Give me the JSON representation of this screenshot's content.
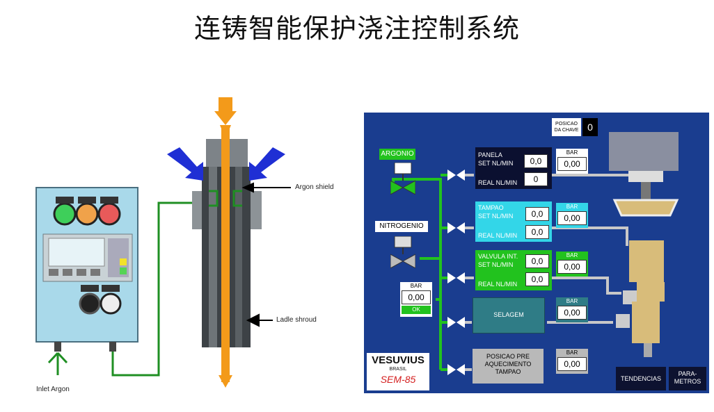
{
  "title": "连铸智能保护浇注控制系统",
  "diagram": {
    "argon_shield_label": "Argon shield",
    "ladle_shroud_label": "Ladle shroud",
    "inlet_argon_label": "Inlet Argon"
  },
  "hmi": {
    "posicao_label": "POSICAO\nDA CHAVE",
    "posicao_value": "0",
    "argonio_label": "ARGONIO",
    "nitrogenio_label": "NITROGENIO",
    "bar_label": "BAR",
    "main_bar_value": "0,00",
    "main_ok_label": "OK",
    "panela": {
      "name": "PANELA",
      "set_label": "SET  NL/MIN",
      "set_value": "0,0",
      "real_label": "REAL NL/MIN",
      "real_value": "0",
      "bar_value": "0,00"
    },
    "tampao": {
      "name": "TAMPAO",
      "set_label": "SET  NL/MIN",
      "set_value": "0,0",
      "real_label": "REAL NL/MIN",
      "real_value": "0,0",
      "bar_value": "0,00"
    },
    "valvula": {
      "name": "VALVULA INT.",
      "set_label": "SET  NL/MIN",
      "set_value": "0,0",
      "real_label": "REAL NL/MIN",
      "real_value": "0,0",
      "bar_value": "0,00"
    },
    "selagem": {
      "name": "SELAGEM",
      "bar_value": "0,00"
    },
    "posicao_pre": {
      "name": "POSICAO PRE\nAQUECIMENTO\nTAMPAO",
      "bar_value": "0,00"
    },
    "logo_main": "VESUVIUS",
    "logo_sub": "BRASIL",
    "logo_model": "SEM-85",
    "tendencias_label": "TENDENCIAS",
    "parametros_label": "PARA-\nMETROS"
  },
  "colors": {
    "hmi_bg": "#1a3d8f",
    "green": "#22c21e",
    "cyan": "#33d6e8",
    "teal": "#2f7c86",
    "grey": "#b9b9b9"
  }
}
